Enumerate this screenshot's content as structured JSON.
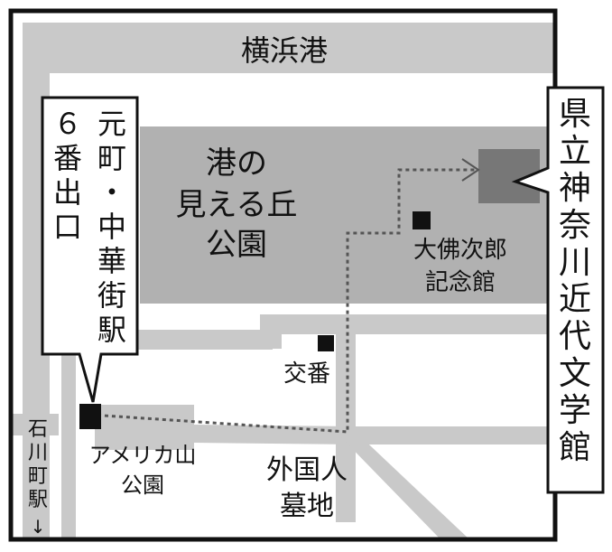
{
  "colors": {
    "frame": "#111111",
    "road": "#c9c9c9",
    "park": "#b1b1b1",
    "museum_building": "#777777",
    "route": "#555555",
    "callout_fill": "#ffffff",
    "marker": "#111111"
  },
  "labels": {
    "harbor": "横浜港",
    "park_line1": "港の",
    "park_line2": "見える丘",
    "park_line3": "公園",
    "osaragi_line1": "大佛次郎",
    "osaragi_line2": "記念館",
    "koban": "交番",
    "america_park_line1": "アメリカ山",
    "america_park_line2": "公園",
    "cemetery_line1": "外国人",
    "cemetery_line2": "墓地",
    "ishikawacho_station": "石川町駅",
    "ishikawacho_arrow": "↓"
  },
  "callouts": {
    "station_exit_col1": "６番出口",
    "station_exit_col2": "元町・中華街駅",
    "museum": "県立神奈川近代文学館"
  }
}
